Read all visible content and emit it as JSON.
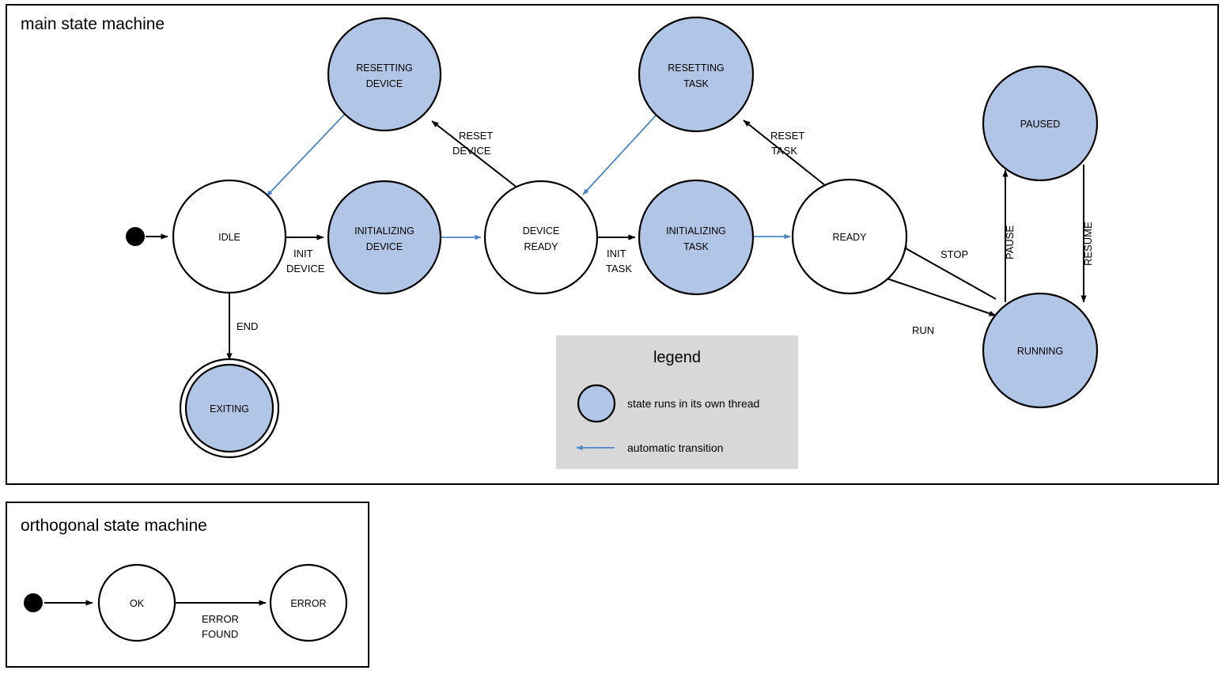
{
  "colors": {
    "thread_state_fill": "#b1c6e7",
    "plain_state_fill": "#ffffff",
    "stroke": "#000000",
    "auto_transition": "#4a86c5",
    "legend_bg": "#d8d8d8"
  },
  "main_machine": {
    "title": "main state machine",
    "states": [
      {
        "id": "idle",
        "label_lines": [
          "IDLE"
        ],
        "threaded": false,
        "final": false
      },
      {
        "id": "resetting_device",
        "label_lines": [
          "RESETTING",
          "DEVICE"
        ],
        "threaded": true,
        "final": false
      },
      {
        "id": "initializing_device",
        "label_lines": [
          "INITIALIZING",
          "DEVICE"
        ],
        "threaded": true,
        "final": false
      },
      {
        "id": "device_ready",
        "label_lines": [
          "DEVICE",
          "READY"
        ],
        "threaded": false,
        "final": false
      },
      {
        "id": "resetting_task",
        "label_lines": [
          "RESETTING",
          "TASK"
        ],
        "threaded": true,
        "final": false
      },
      {
        "id": "initializing_task",
        "label_lines": [
          "INITIALIZING",
          "TASK"
        ],
        "threaded": true,
        "final": false
      },
      {
        "id": "ready",
        "label_lines": [
          "READY"
        ],
        "threaded": false,
        "final": false
      },
      {
        "id": "paused",
        "label_lines": [
          "PAUSED"
        ],
        "threaded": true,
        "final": false
      },
      {
        "id": "running",
        "label_lines": [
          "RUNNING"
        ],
        "threaded": true,
        "final": false
      },
      {
        "id": "exiting",
        "label_lines": [
          "EXITING"
        ],
        "threaded": true,
        "final": true
      }
    ],
    "transitions": [
      {
        "from": "start",
        "to": "idle",
        "label_lines": [],
        "automatic": false
      },
      {
        "from": "idle",
        "to": "initializing_device",
        "label_lines": [
          "INIT",
          "DEVICE"
        ],
        "automatic": false
      },
      {
        "from": "initializing_device",
        "to": "device_ready",
        "label_lines": [],
        "automatic": true
      },
      {
        "from": "device_ready",
        "to": "resetting_device",
        "label_lines": [
          "RESET",
          "DEVICE"
        ],
        "automatic": false
      },
      {
        "from": "resetting_device",
        "to": "idle",
        "label_lines": [],
        "automatic": true
      },
      {
        "from": "device_ready",
        "to": "initializing_task",
        "label_lines": [
          "INIT",
          "TASK"
        ],
        "automatic": false
      },
      {
        "from": "initializing_task",
        "to": "ready",
        "label_lines": [],
        "automatic": true
      },
      {
        "from": "ready",
        "to": "resetting_task",
        "label_lines": [
          "RESET",
          "TASK"
        ],
        "automatic": false
      },
      {
        "from": "resetting_task",
        "to": "device_ready",
        "label_lines": [],
        "automatic": true
      },
      {
        "from": "ready",
        "to": "running",
        "label_lines": [
          "RUN"
        ],
        "automatic": false
      },
      {
        "from": "running",
        "to": "ready",
        "label_lines": [
          "STOP"
        ],
        "automatic": false
      },
      {
        "from": "running",
        "to": "paused",
        "label_lines": [
          "PAUSE"
        ],
        "automatic": false
      },
      {
        "from": "paused",
        "to": "running",
        "label_lines": [
          "RESUME"
        ],
        "automatic": false
      },
      {
        "from": "idle",
        "to": "exiting",
        "label_lines": [
          "END"
        ],
        "automatic": false
      }
    ],
    "edge_labels": {
      "init_device_l1": "INIT",
      "init_device_l2": "DEVICE",
      "reset_device_l1": "RESET",
      "reset_device_l2": "DEVICE",
      "init_task_l1": "INIT",
      "init_task_l2": "TASK",
      "reset_task_l1": "RESET",
      "reset_task_l2": "TASK",
      "end": "END",
      "run": "RUN",
      "stop": "STOP",
      "pause": "PAUSE",
      "resume": "RESUME"
    },
    "state_labels": {
      "idle": "IDLE",
      "resetting_device_l1": "RESETTING",
      "resetting_device_l2": "DEVICE",
      "initializing_device_l1": "INITIALIZING",
      "initializing_device_l2": "DEVICE",
      "device_ready_l1": "DEVICE",
      "device_ready_l2": "READY",
      "resetting_task_l1": "RESETTING",
      "resetting_task_l2": "TASK",
      "initializing_task_l1": "INITIALIZING",
      "initializing_task_l2": "TASK",
      "ready": "READY",
      "paused": "PAUSED",
      "running": "RUNNING",
      "exiting": "EXITING"
    }
  },
  "legend": {
    "title": "legend",
    "items": [
      {
        "symbol": "filled-circle",
        "text": "state runs in its own thread"
      },
      {
        "symbol": "blue-arrow",
        "text": "automatic transition"
      }
    ],
    "thread_text": "state runs in its own thread",
    "auto_text": "automatic transition"
  },
  "orthogonal_machine": {
    "title": "orthogonal state machine",
    "states": [
      {
        "id": "ok",
        "label": "OK"
      },
      {
        "id": "error",
        "label": "ERROR"
      }
    ],
    "transitions": [
      {
        "from": "start",
        "to": "ok",
        "label_lines": []
      },
      {
        "from": "ok",
        "to": "error",
        "label_lines": [
          "ERROR",
          "FOUND"
        ]
      }
    ],
    "state_labels": {
      "ok": "OK",
      "error": "ERROR"
    },
    "edge_labels": {
      "error_found_l1": "ERROR",
      "error_found_l2": "FOUND"
    }
  }
}
